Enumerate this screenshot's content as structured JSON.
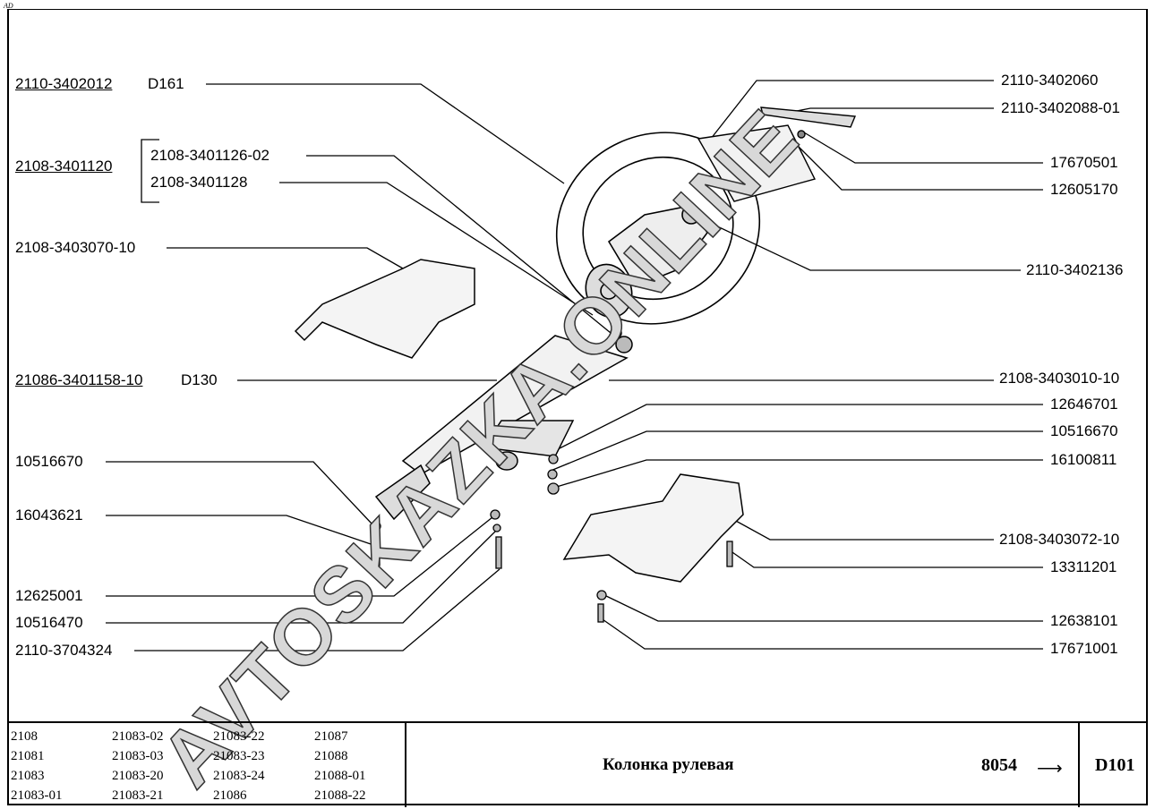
{
  "corner_mark": "AD",
  "watermark": "AVTOSKAZKA.ONLINE",
  "left_labels": {
    "wheel_kit": "2110-3402012",
    "wheel_ref": "D161",
    "shaft_kit": "2108-3401120",
    "bushing_1": "2108-3401126-02",
    "bushing_2": "2108-3401128",
    "upper_cover": "2108-3403070-10",
    "column_kit": "21086-3401158-10",
    "column_ref": "D130",
    "washer_left": "10516670",
    "bolt_left": "16043621",
    "washer_a": "12625001",
    "washer_b": "10516470",
    "screw_bottom": "2110-3704324"
  },
  "right_labels": {
    "pad": "2110-3402060",
    "pad_plate": "2110-3402088-01",
    "screw_pad": "17670501",
    "spring_pad": "12605170",
    "wheel_nut": "2110-3402136",
    "bracket": "2108-3403010-10",
    "washer_1": "12646701",
    "washer_2": "10516670",
    "nut_1": "16100811",
    "lower_cover": "2108-3403072-10",
    "screw_cover": "13311201",
    "washer_3": "12638101",
    "screw_2": "17671001"
  },
  "footer": {
    "models": [
      "2108",
      "21083-02",
      "21083-22",
      "21087",
      "21081",
      "21083-03",
      "21083-23",
      "21088",
      "21083",
      "21083-20",
      "21083-24",
      "21088-01",
      "21083-01",
      "21083-21",
      "21086",
      "21088-22"
    ],
    "title": "Колонка рулевая",
    "code": "8054",
    "arrow": "⟶",
    "page_ref": "D101"
  }
}
